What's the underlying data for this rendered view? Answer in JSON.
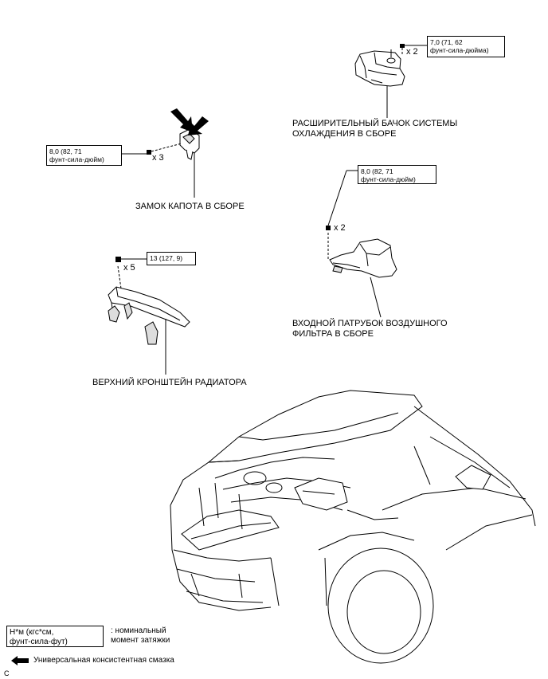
{
  "parts": {
    "reservoir_name_line1": "РАСШИРИТЕЛЬНЫЙ БАЧОК СИСТЕМЫ",
    "reservoir_name_line2": "ОХЛАЖДЕНИЯ В СБОРЕ",
    "hood_lock_name": "ЗАМОК КАПОТА В СБОРЕ",
    "air_inlet_name_line1": "ВХОДНОЙ ПАТРУБОК ВОЗДУШНОГО",
    "air_inlet_name_line2": "ФИЛЬТРА В СБОРЕ",
    "radiator_support_name": "ВЕРХНИЙ КРОНШТЕЙН РАДИАТОРА"
  },
  "torques": {
    "reservoir_line1": "7,0 (71, 62",
    "reservoir_line2": "фунт-сила-дюйма)",
    "hood_lock_line1": "8,0 (82, 71",
    "hood_lock_line2": "фунт-сила-дюйм)",
    "air_inlet_line1": "8,0 (82, 71",
    "air_inlet_line2": "фунт-сила-дюйм)",
    "radiator_support": "13 (127, 9)"
  },
  "quantities": {
    "reservoir": "x 2",
    "hood_lock": "x 3",
    "air_inlet": "x 2",
    "radiator_support": "x 5"
  },
  "legend": {
    "torque_units_line1": "Н*м (кгс*см,",
    "torque_units_line2": "фунт-сила-фут)",
    "torque_desc_line1": ": номинальный",
    "torque_desc_line2": "момент затяжки",
    "grease": "Универсальная консистентная смазка",
    "figure_code": "C"
  }
}
